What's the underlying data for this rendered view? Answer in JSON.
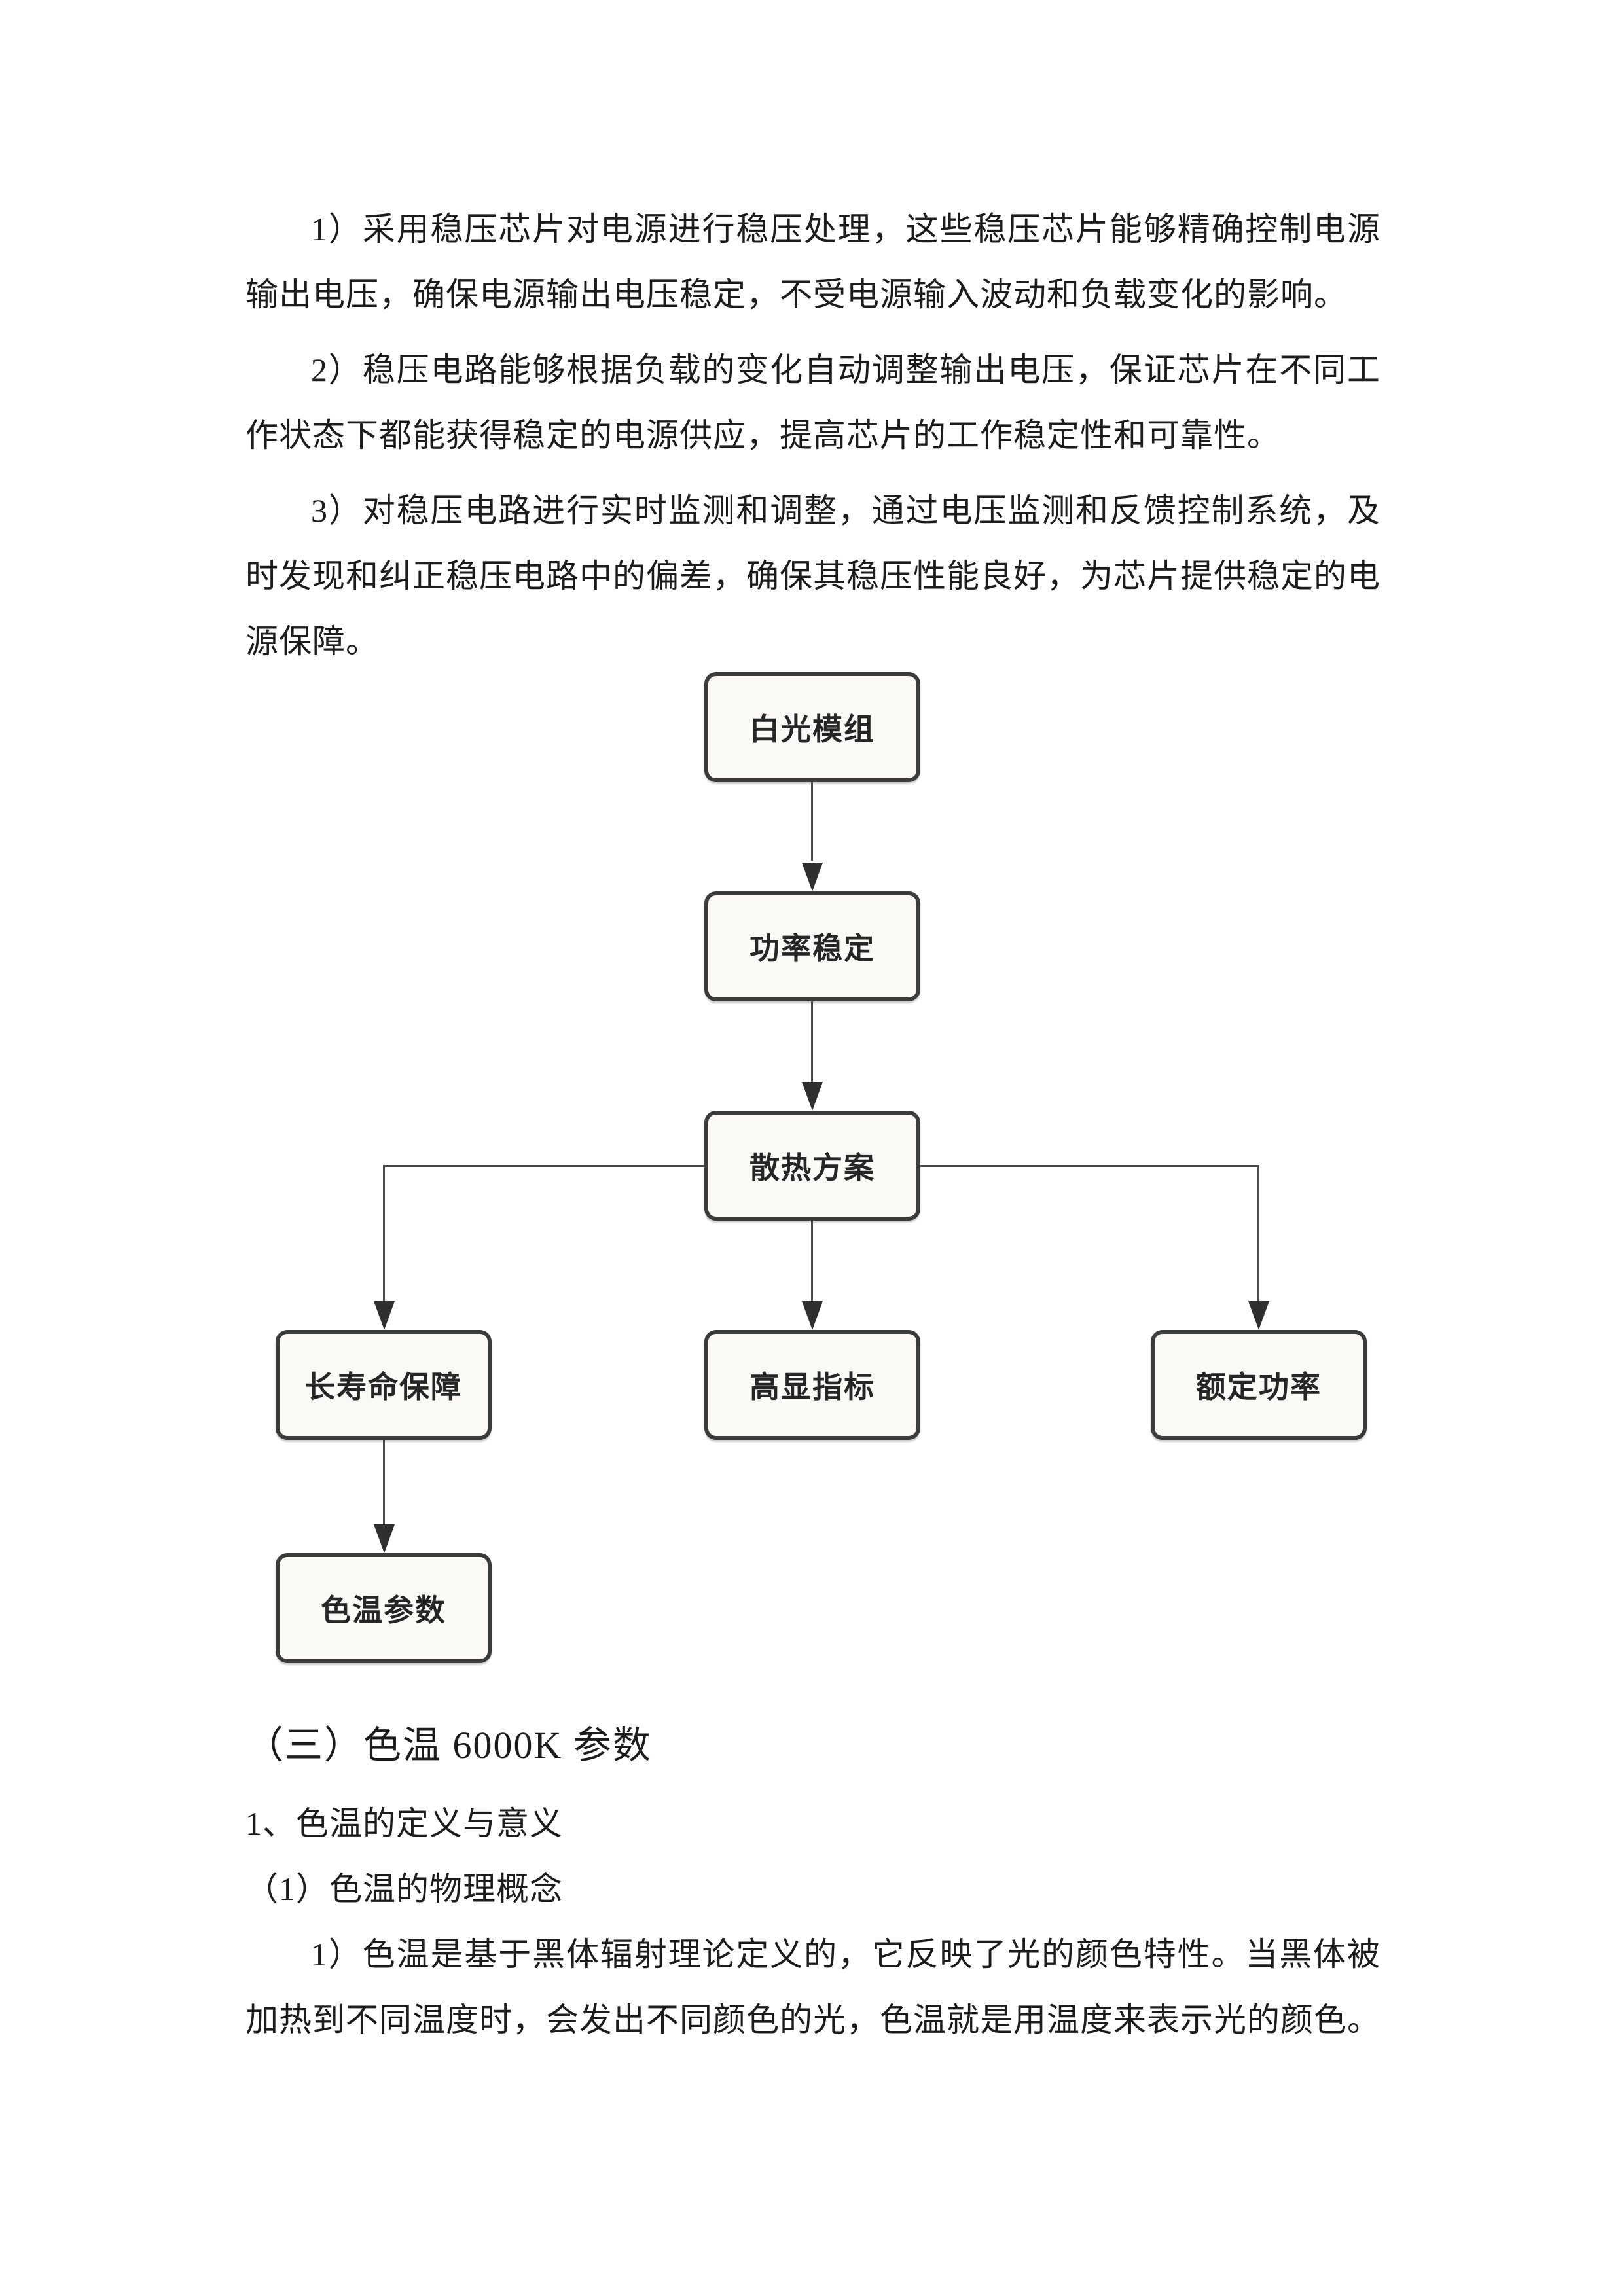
{
  "page": {
    "background": "#ffffff",
    "text_color": "#1c1c1c"
  },
  "paragraphs": [
    {
      "text": "1）采用稳压芯片对电源进行稳压处理，这些稳压芯片能够精确控制电源输出电压，确保电源输出电压稳定，不受电源输入波动和负载变化的影响。"
    },
    {
      "text": "2）稳压电路能够根据负载的变化自动调整输出电压，保证芯片在不同工作状态下都能获得稳定的电源供应，提高芯片的工作稳定性和可靠性。"
    },
    {
      "text": "3）对稳压电路进行实时监测和调整，通过电压监测和反馈控制系统，及时发现和纠正稳压电路中的偏差，确保其稳压性能良好，为芯片提供稳定的电源保障。"
    }
  ],
  "flowchart": {
    "nodes": [
      {
        "label": "白光模组"
      },
      {
        "label": "功率稳定"
      },
      {
        "label": "散热方案"
      },
      {
        "label": "长寿命保障"
      },
      {
        "label": "高显指标"
      },
      {
        "label": "额定功率"
      },
      {
        "label": "色温参数"
      }
    ],
    "edges": [
      {
        "from": "白光模组",
        "to": "功率稳定"
      },
      {
        "from": "功率稳定",
        "to": "散热方案"
      },
      {
        "from": "散热方案",
        "to": "长寿命保障"
      },
      {
        "from": "散热方案",
        "to": "高显指标"
      },
      {
        "from": "散热方案",
        "to": "额定功率"
      },
      {
        "from": "长寿命保障",
        "to": "色温参数"
      }
    ],
    "colors": {
      "box_fill": "#faf9f6",
      "box_border": "#3b3b3b",
      "line": "#4d4d4d",
      "arrow": "#2f2f2f"
    }
  },
  "sections": {
    "heading": "（三）色温 6000K 参数",
    "sub1": "1、色温的定义与意义",
    "sub2": "（1）色温的物理概念",
    "para": "1）色温是基于黑体辐射理论定义的，它反映了光的颜色特性。当黑体被加热到不同温度时，会发出不同颜色的光，色温就是用温度来表示光的颜色。"
  }
}
